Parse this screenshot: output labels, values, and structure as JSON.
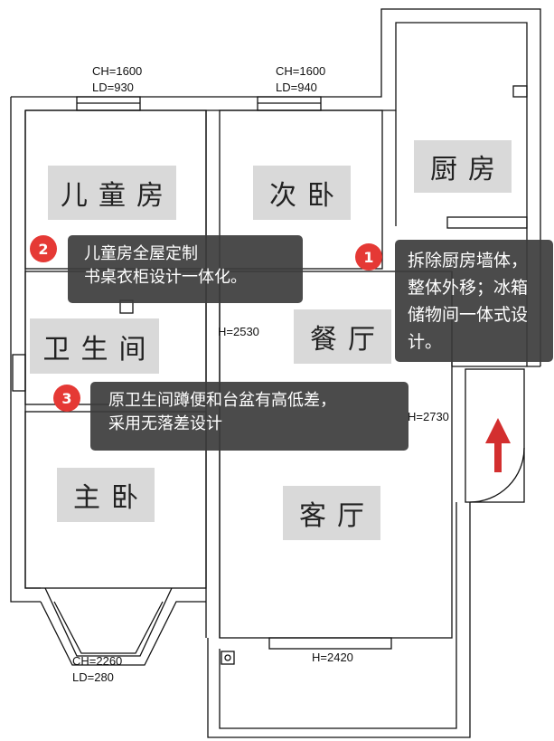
{
  "rooms": {
    "kids_room": "儿童房",
    "second_bedroom": "次卧",
    "kitchen": "厨房",
    "bathroom": "卫生间",
    "dining": "餐厅",
    "master_bedroom": "主卧",
    "living_room": "客厅"
  },
  "dimensions": {
    "win_kids_ch": "CH=1600",
    "win_kids_ld": "LD=930",
    "win_second_ch": "CH=1600",
    "win_second_ld": "LD=940",
    "h_2530": "H=2530",
    "h_2730": "H=2730",
    "h_2420": "H=2420",
    "win_master_ch": "CH=2260",
    "win_master_ld": "LD=280"
  },
  "callouts": [
    {
      "number": "1",
      "text": "拆除厨房墙体，整体外移；冰箱储物间一体式设计。"
    },
    {
      "number": "2",
      "text_line1": "儿童房全屋定制",
      "text_line2": "书桌衣柜设计一体化。"
    },
    {
      "number": "3",
      "text_line1": "原卫生间蹲便和台盆有高低差，",
      "text_line2": "采用无落差设计"
    }
  ],
  "colors": {
    "accent": "#e53935",
    "callout_bg": "#3c3c3c",
    "label_bg": "#d9d9d9"
  }
}
